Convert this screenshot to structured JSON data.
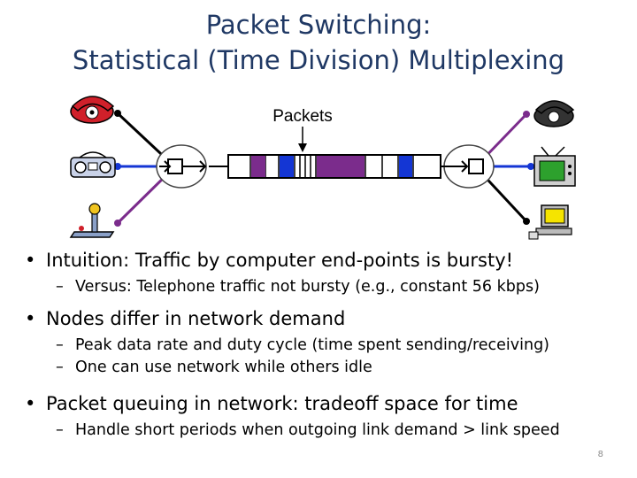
{
  "title": {
    "line1": "Packet Switching:",
    "line2": "Statistical (Time Division) Multiplexing"
  },
  "diagram": {
    "packets_label": "Packets",
    "icons": [
      "telephone-icon",
      "radio-icon",
      "joystick-icon",
      "telephone-icon",
      "television-icon",
      "computer-icon"
    ],
    "colors": {
      "purple": "#7b2c8c",
      "blue": "#1436d4",
      "black": "#000000",
      "queue_slot": "#ffffff"
    }
  },
  "bullets": [
    {
      "text": "Intuition:  Traffic by computer end-points is bursty!",
      "subs": [
        "Versus: Telephone traffic not bursty (e.g., constant 56 kbps)"
      ]
    },
    {
      "text": "Nodes differ in network demand",
      "subs": [
        "Peak data rate and duty cycle (time spent sending/receiving)",
        "One can use network while others idle"
      ]
    },
    {
      "text": "Packet queuing in network:  tradeoff space for time",
      "subs": [
        "Handle short periods when outgoing link demand > link speed"
      ]
    }
  ],
  "slide_number": "8"
}
